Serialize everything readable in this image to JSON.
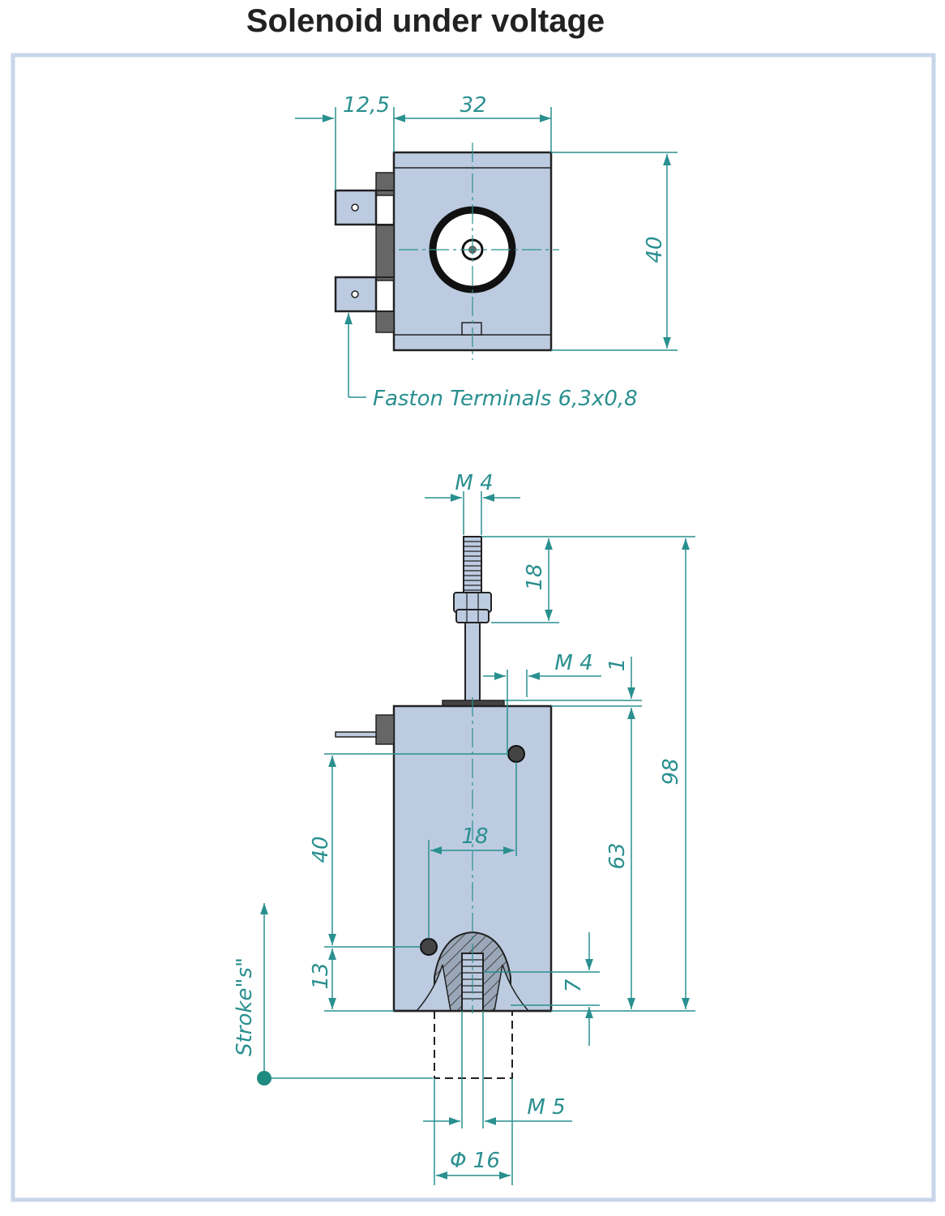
{
  "title": "Solenoid under voltage",
  "colors": {
    "frame": "#c8d6ea",
    "body_fill": "#bccbe0",
    "dimension": "#2a8f8f",
    "outline": "#222222",
    "terminal": "#555555"
  },
  "top_view": {
    "dims": {
      "terminal_offset": "12,5",
      "width": "32",
      "height": "40"
    },
    "callout": "Faston Terminals 6,3x0,8"
  },
  "side_view": {
    "dims": {
      "stud_thread": "M 4",
      "stud_length": "18",
      "mount_thread": "M 4",
      "gap": "1",
      "total_height": "98",
      "body_height": "63",
      "hole_spacing_vertical": "40",
      "hole_spacing_horizontal": "18",
      "hole_offset_bottom": "13",
      "bottom_thread_depth": "7",
      "plunger_thread": "M 5",
      "plunger_diameter": "Φ 16"
    },
    "stroke_label": "Stroke\"s\""
  }
}
